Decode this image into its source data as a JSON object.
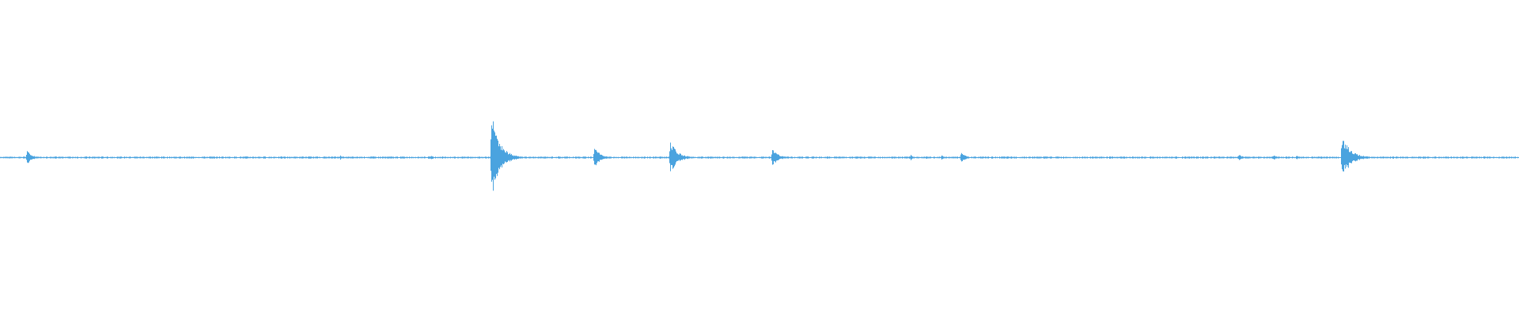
{
  "waveform": {
    "color": "#4aa3df",
    "background": "#ffffff",
    "total_seconds": 1920,
    "peak_amplitude": 1.0,
    "noise_floor": 0.02,
    "bursts": [
      {
        "t": 34,
        "amp": 0.16,
        "decay": 6
      },
      {
        "t": 430,
        "amp": 0.05,
        "decay": 3
      },
      {
        "t": 545,
        "amp": 0.06,
        "decay": 3
      },
      {
        "t": 621,
        "amp": 1.0,
        "decay": 10
      },
      {
        "t": 751,
        "amp": 0.26,
        "decay": 7
      },
      {
        "t": 847,
        "amp": 0.37,
        "decay": 9
      },
      {
        "t": 976,
        "amp": 0.2,
        "decay": 7
      },
      {
        "t": 1151,
        "amp": 0.07,
        "decay": 3
      },
      {
        "t": 1190,
        "amp": 0.06,
        "decay": 3
      },
      {
        "t": 1215,
        "amp": 0.14,
        "decay": 5
      },
      {
        "t": 1566,
        "amp": 0.08,
        "decay": 4
      },
      {
        "t": 1610,
        "amp": 0.07,
        "decay": 3
      },
      {
        "t": 1639,
        "amp": 0.06,
        "decay": 3
      },
      {
        "t": 1696,
        "amp": 0.48,
        "decay": 11
      }
    ]
  }
}
